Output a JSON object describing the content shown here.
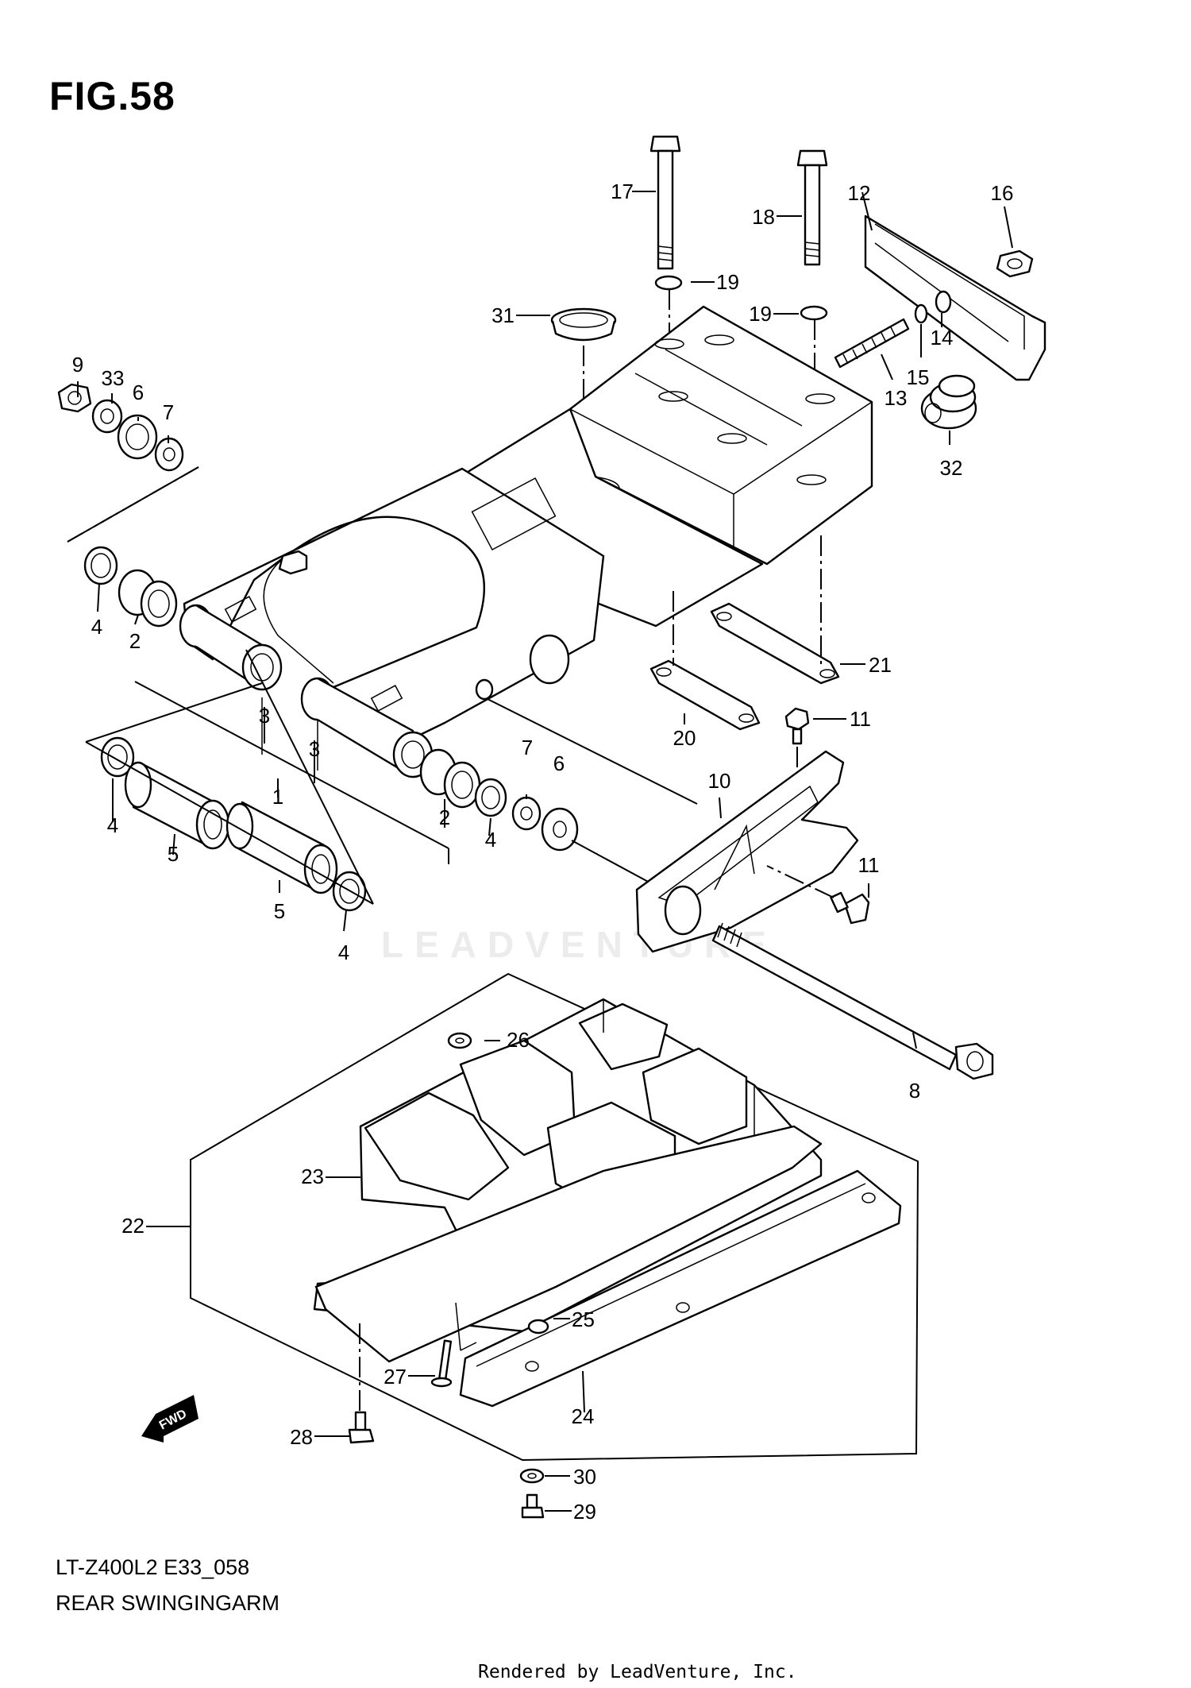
{
  "figure": {
    "title": "FIG.58"
  },
  "diagram": {
    "watermark": "LEADVENTURE",
    "fwd_badge": "FWD",
    "callouts": {
      "c1": "1",
      "c2a": "2",
      "c2b": "2",
      "c3a": "3",
      "c3b": "3",
      "c4a": "4",
      "c4b": "4",
      "c4c": "4",
      "c4d": "4",
      "c5a": "5",
      "c5b": "5",
      "c6a": "6",
      "c6b": "6",
      "c7a": "7",
      "c7b": "7",
      "c8": "8",
      "c9": "9",
      "c10": "10",
      "c11a": "11",
      "c11b": "11",
      "c12": "12",
      "c13": "13",
      "c14": "14",
      "c15": "15",
      "c16": "16",
      "c17": "17",
      "c18": "18",
      "c19a": "19",
      "c19b": "19",
      "c20": "20",
      "c21": "21",
      "c22": "22",
      "c23": "23",
      "c24": "24",
      "c25": "25",
      "c26": "26",
      "c27": "27",
      "c28": "28",
      "c29": "29",
      "c30": "30",
      "c31": "31",
      "c32": "32",
      "c33": "33"
    }
  },
  "footer": {
    "model_code": "LT-Z400L2 E33_058",
    "caption": "REAR SWINGINGARM",
    "rendered_by": "Rendered by LeadVenture, Inc."
  }
}
